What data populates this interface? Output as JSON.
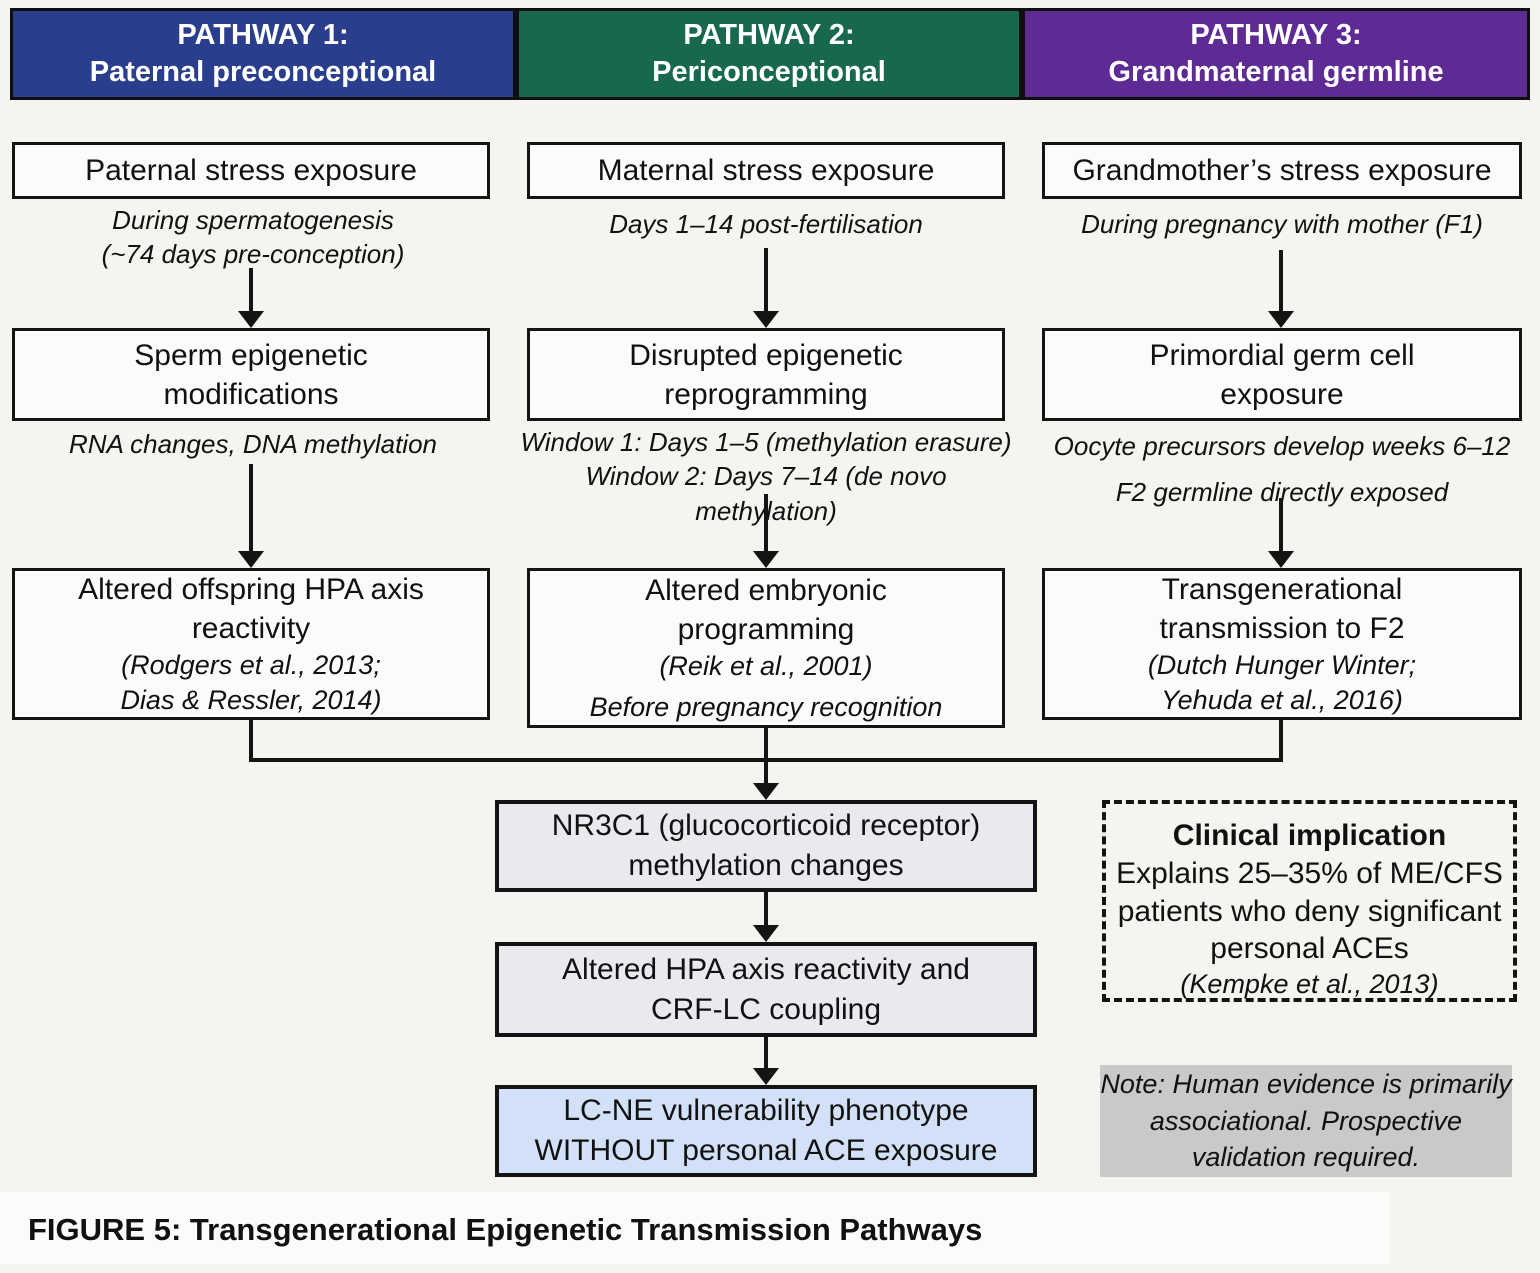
{
  "figure_caption": "FIGURE 5: Transgenerational Epigenetic Transmission Pathways",
  "pathways": [
    {
      "header": "PATHWAY 1:\nPaternal preconceptional",
      "header_color": "#2a3e8d",
      "stress_box": "Paternal stress exposure",
      "timing_note": "During spermatogenesis\n(~74 days pre-conception)",
      "mechanism_box": "Sperm epigenetic\nmodifications",
      "mechanism_note": "RNA changes, DNA methylation",
      "outcome_box": "Altered offspring HPA axis\nreactivity",
      "outcome_cite": "(Rodgers et al., 2013;\nDias & Ressler, 2014)"
    },
    {
      "header": "PATHWAY 2:\nPericonceptional",
      "header_color": "#17684d",
      "stress_box": "Maternal stress exposure",
      "timing_note": "Days 1–14 post-fertilisation",
      "mechanism_box": "Disrupted epigenetic\nreprogramming",
      "mechanism_note": "Window 1: Days 1–5 (methylation erasure)\nWindow 2: Days 7–14 (de novo methylation)",
      "outcome_box": "Altered embryonic\nprogramming",
      "outcome_cite": "(Reik et al., 2001)",
      "outcome_extra": "Before pregnancy recognition"
    },
    {
      "header": "PATHWAY 3:\nGrandmaternal germline",
      "header_color": "#5d2b93",
      "stress_box": "Grandmother’s stress exposure",
      "timing_note": "During pregnancy with mother (F1)",
      "mechanism_box": "Primordial germ cell\nexposure",
      "mechanism_note": "Oocyte precursors develop weeks 6–12\nF2 germline directly exposed",
      "outcome_box": "Transgenerational\ntransmission to F2",
      "outcome_cite": "(Dutch Hunger Winter;\nYehuda et al., 2016)"
    }
  ],
  "convergence": {
    "nr3c1_box": "NR3C1 (glucocorticoid receptor)\nmethylation changes",
    "hpa_box": "Altered HPA axis reactivity and\nCRF-LC coupling",
    "phenotype_box": "LC-NE vulnerability phenotype\nWITHOUT personal ACE exposure"
  },
  "clinical_implication": {
    "title": "Clinical implication",
    "body": "Explains 25–35% of ME/CFS\npatients who deny significant\npersonal ACEs",
    "cite": "(Kempke et al., 2013)"
  },
  "note": "Note: Human evidence is primarily\nassociational. Prospective\nvalidation required.",
  "colors": {
    "pathway1_header": "#2a3e8d",
    "pathway2_header": "#17684d",
    "pathway3_header": "#5d2b93",
    "convergence_fill": "#e9e9ee",
    "phenotype_fill": "#d2e1f8",
    "note_fill": "#c9c9c9",
    "line": "#141414",
    "background": "#f5f4f1"
  }
}
